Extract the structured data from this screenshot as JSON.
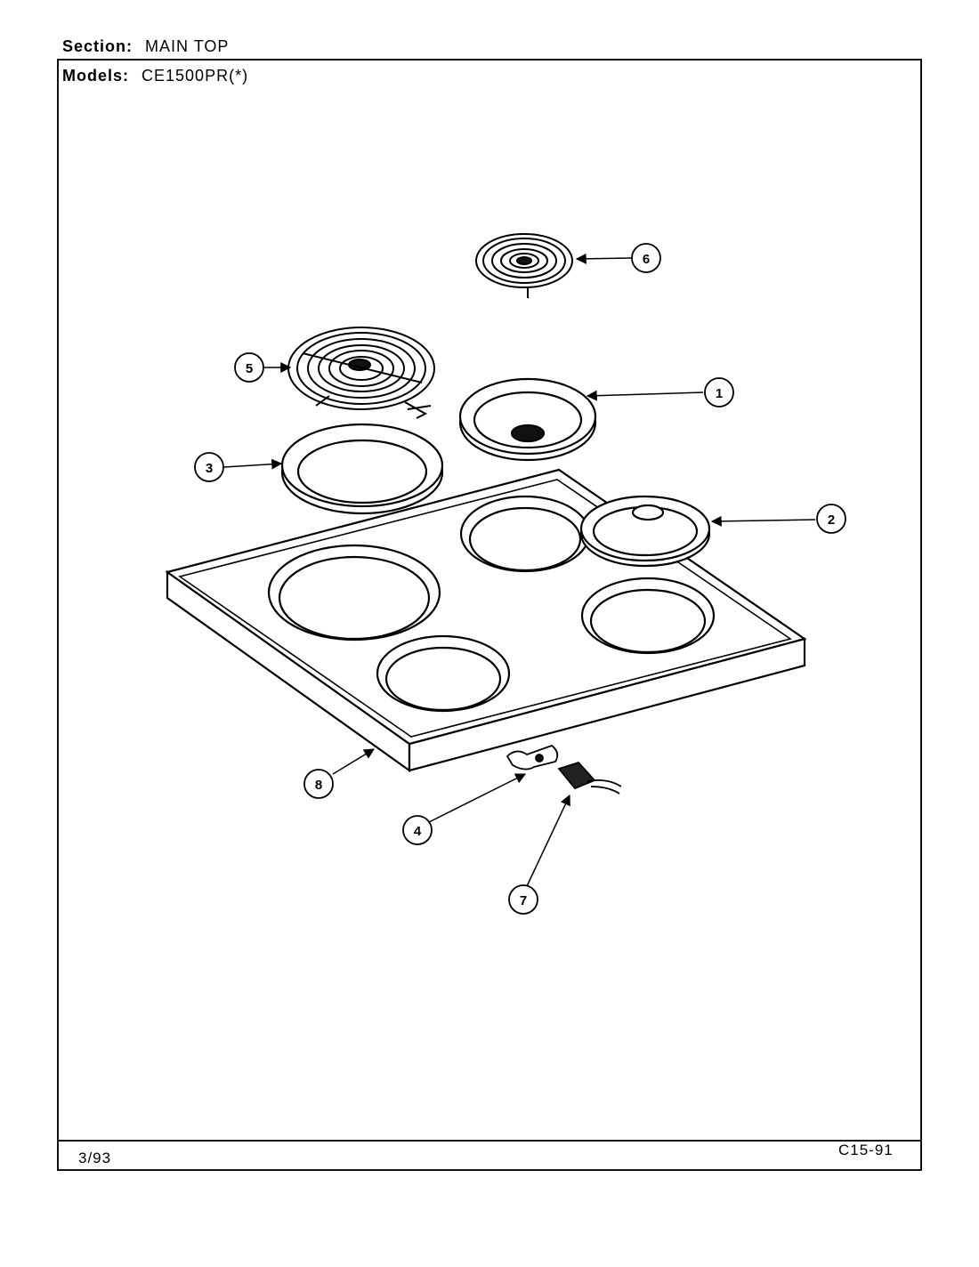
{
  "header": {
    "section_label": "Section:",
    "section_value": "MAIN TOP",
    "models_label": "Models:",
    "models_value": "CE1500PR(*)"
  },
  "footer": {
    "date": "3/93",
    "code": "C15-91"
  },
  "callouts": [
    "1",
    "2",
    "3",
    "4",
    "5",
    "6",
    "7",
    "8"
  ],
  "parts": [
    {
      "id": "1",
      "icon": "drip-pan-small-icon"
    },
    {
      "id": "2",
      "icon": "trim-ring-small-icon"
    },
    {
      "id": "3",
      "icon": "trim-ring-large-icon"
    },
    {
      "id": "4",
      "icon": "element-bracket-icon"
    },
    {
      "id": "5",
      "icon": "surface-element-large-icon"
    },
    {
      "id": "6",
      "icon": "surface-element-small-icon"
    },
    {
      "id": "7",
      "icon": "terminal-block-icon"
    },
    {
      "id": "8",
      "icon": "cooktop-main-top-icon"
    }
  ]
}
